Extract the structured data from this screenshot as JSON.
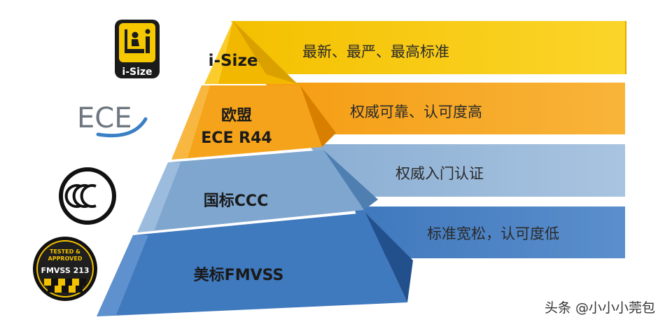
{
  "tiers": [
    {
      "label": "i-Size",
      "description": "最新、最严、最高标准",
      "color": "#f7c400"
    },
    {
      "label_lines": [
        "欧盟",
        "ECE R44"
      ],
      "description": "权威可靠、认可度高",
      "color": "#f5a623"
    },
    {
      "label": "国标CCC",
      "description": "权威入门认证",
      "color": "#8fb2d6"
    },
    {
      "label": "美标FMVSS",
      "description": "标准宽松，认可度低",
      "color": "#4f86c6"
    }
  ],
  "logos": {
    "isize": {
      "text": "i-Size",
      "icon": "child-seat-icon"
    },
    "ece": {
      "text": "ECE",
      "icon": "ece-logo"
    },
    "ccc": {
      "icon": "ccc-mark"
    },
    "fmvss": {
      "lines": [
        "TESTED &",
        "APPROVED",
        "FMVSS 213"
      ],
      "icon": "fmvss-badge"
    }
  },
  "watermark": "头条 @小小小莞包"
}
